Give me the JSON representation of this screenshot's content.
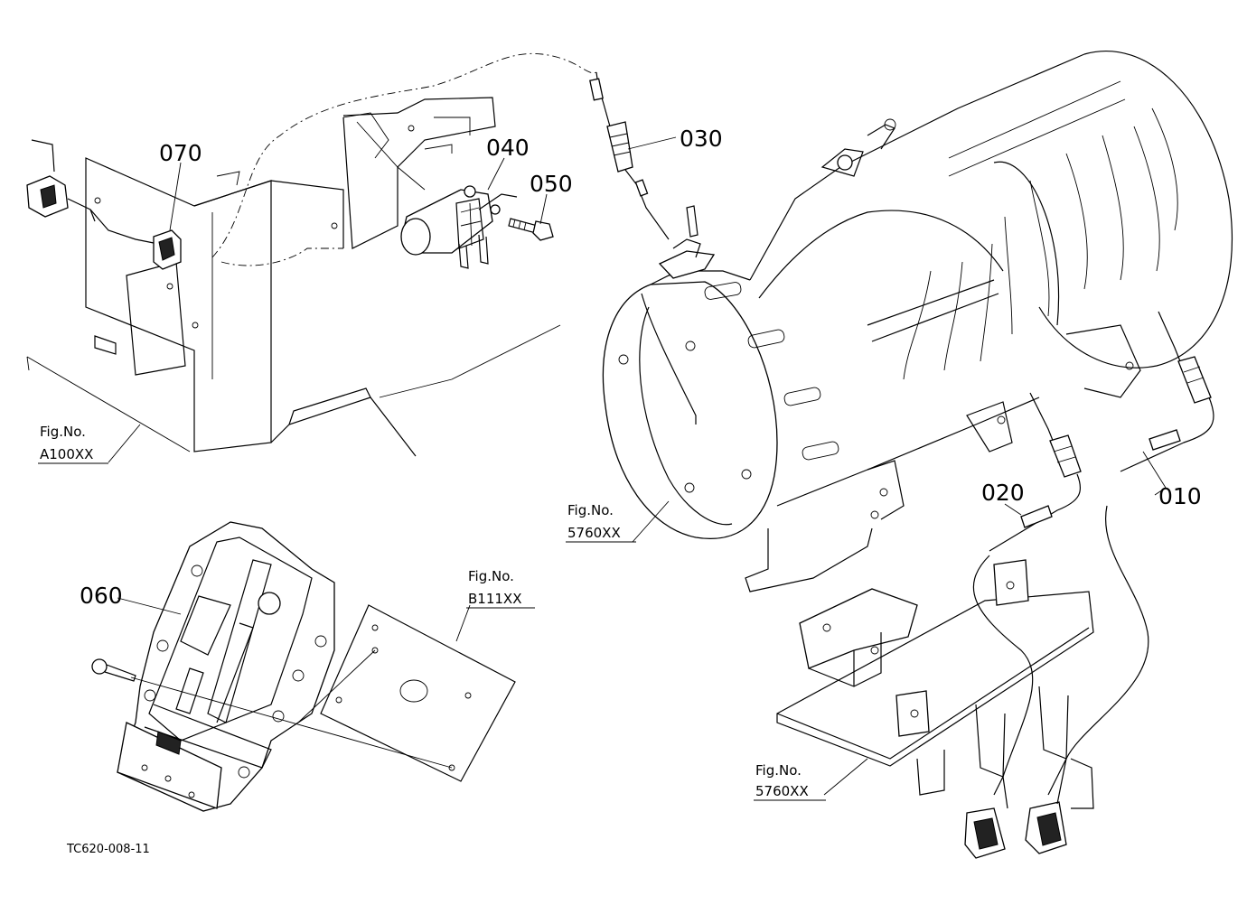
{
  "callouts": {
    "p010": "010",
    "p020": "020",
    "p030": "030",
    "p040": "040",
    "p050": "050",
    "p060": "060",
    "p070": "070"
  },
  "figure_refs": {
    "a100": {
      "line1": "Fig.No.",
      "line2": "A100XX"
    },
    "dpf_top": {
      "line1": "Fig.No.",
      "line2": "5760XX"
    },
    "b111": {
      "line1": "Fig.No.",
      "line2": "B111XX"
    },
    "bracket": {
      "line1": "Fig.No.",
      "line2": "5760XX"
    }
  },
  "drawing_code": "TC620-008-11"
}
